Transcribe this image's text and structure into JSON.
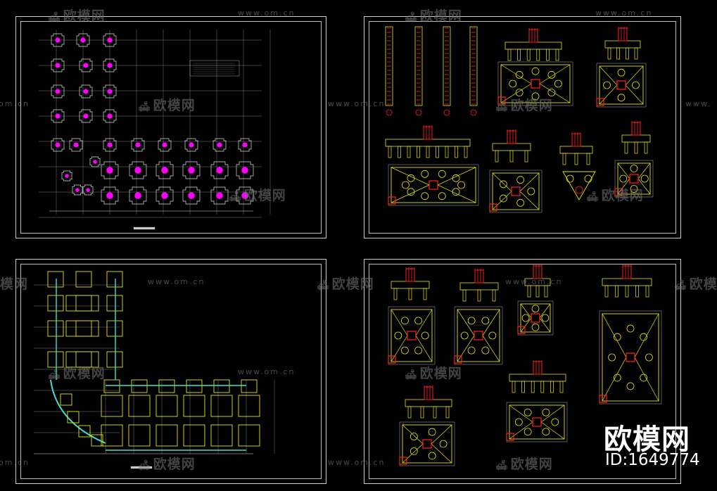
{
  "watermark": {
    "logo_text": "欧模网",
    "url_text": "www.om.cn",
    "url_fragment": "om.cn",
    "url_partial_right": "www.",
    "logo_partial_left": "欧模网"
  },
  "brand": {
    "name": "欧模网",
    "id_label": "ID:1649774"
  },
  "colors": {
    "background": "#000000",
    "frame": "#cfcfcf",
    "pile_magenta": "#ff00ff",
    "cap_yellow": "#e8e800",
    "rebar_red": "#ff2020",
    "beam_cyan": "#40e0d0",
    "grid_gray": "#9a9a9a"
  },
  "icons": [
    "sofa-icon"
  ]
}
